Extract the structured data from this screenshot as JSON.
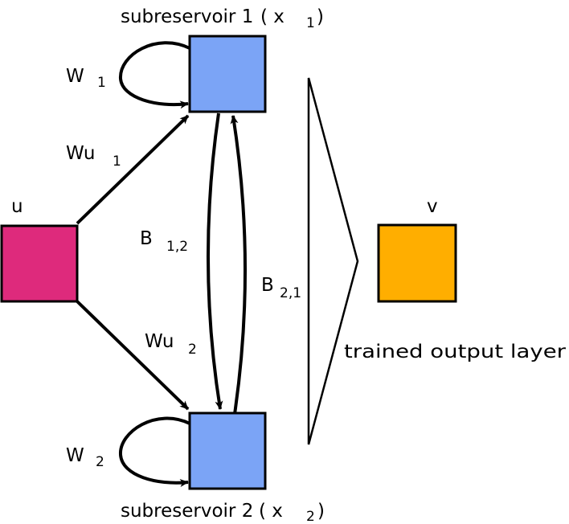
{
  "nodes": {
    "input": {
      "label": "u",
      "color": "#de2a7c"
    },
    "sub1": {
      "title": "subreservoir 1",
      "state_open": "( x",
      "state_sub": "1",
      "state_close": ")",
      "color": "#7ba4f6"
    },
    "sub2": {
      "title": "subreservoir 2",
      "state_open": "( x",
      "state_sub": "2",
      "state_close": ")",
      "color": "#7ba4f6"
    },
    "output": {
      "label": "v",
      "color": "#ffae00"
    }
  },
  "edges": {
    "w1": {
      "main": "W",
      "sub": "1"
    },
    "w2": {
      "main": "W",
      "sub": "2"
    },
    "wu1": {
      "main": "Wu",
      "sub": "1"
    },
    "wu2": {
      "main": "Wu",
      "sub": "2"
    },
    "b12": {
      "main": "B",
      "sub": "1,2"
    },
    "b21": {
      "main": "B",
      "sub": "2,1"
    }
  },
  "readout": {
    "label": "trained output layer"
  }
}
